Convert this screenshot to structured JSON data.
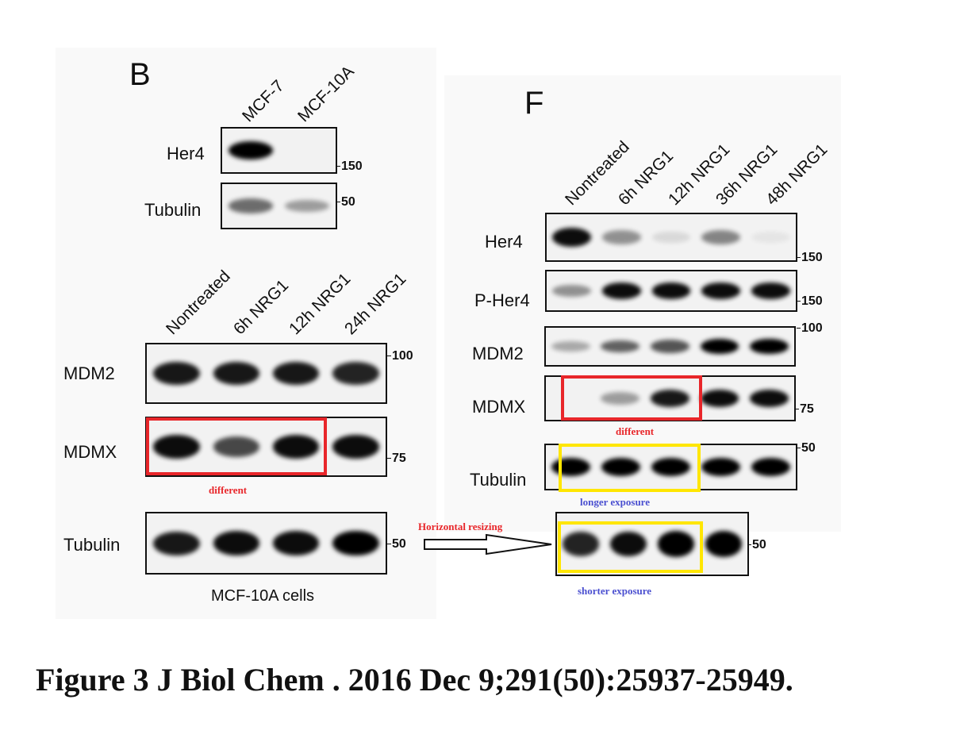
{
  "panel_b": {
    "letter": "B",
    "top_lanes": [
      "MCF-7",
      "MCF-10A"
    ],
    "top_blots": [
      {
        "label": "Her4",
        "marker": "150",
        "bands": [
          1.0,
          0.0
        ]
      },
      {
        "label": "Tubulin",
        "marker": "50",
        "bands": [
          0.55,
          0.35
        ]
      }
    ],
    "lanes": [
      "Nontreated",
      "6h NRG1",
      "12h NRG1",
      "24h NRG1"
    ],
    "blots": [
      {
        "label": "MDM2",
        "marker": "100",
        "bands": [
          0.9,
          0.9,
          0.9,
          0.85
        ]
      },
      {
        "label": "MDMX",
        "marker": "75",
        "bands": [
          0.95,
          0.7,
          0.95,
          0.95
        ]
      },
      {
        "label": "Tubulin",
        "marker": "50",
        "bands": [
          0.9,
          0.95,
          0.95,
          1.0
        ]
      }
    ],
    "annotation": "different",
    "footer": "MCF-10A cells"
  },
  "panel_f": {
    "letter": "F",
    "lanes": [
      "Nontreated",
      "6h NRG1",
      "12h NRG1",
      "36h NRG1",
      "48h NRG1"
    ],
    "blots": [
      {
        "label": "Her4",
        "marker": "150",
        "bands": [
          0.95,
          0.4,
          0.1,
          0.45,
          0.05
        ]
      },
      {
        "label": "P-Her4",
        "marker": "150",
        "bands": [
          0.4,
          0.95,
          0.95,
          0.95,
          0.95
        ]
      },
      {
        "label": "MDM2",
        "marker": "100",
        "bands": [
          0.3,
          0.6,
          0.65,
          1.0,
          1.0
        ]
      },
      {
        "label": "MDMX",
        "marker": "75",
        "bands": [
          0.0,
          0.35,
          0.9,
          0.95,
          0.95
        ]
      },
      {
        "label": "Tubulin",
        "marker": "50",
        "bands": [
          1.0,
          1.0,
          1.0,
          1.0,
          1.0
        ]
      }
    ],
    "annotation_different": "different",
    "annotation_longer": "longer exposure",
    "short_blot": {
      "marker": "50",
      "bands": [
        0.85,
        0.95,
        1.0,
        1.0
      ]
    },
    "annotation_shorter": "shorter exposure",
    "arrow_label": "Horizontal resizing"
  },
  "caption": "Figure 3 J Biol Chem . 2016 Dec 9;291(50):25937-25949.",
  "colors": {
    "highlight_red": "#e8262a",
    "highlight_yellow": "#ffe600",
    "note_blue": "#4a4fd0"
  }
}
